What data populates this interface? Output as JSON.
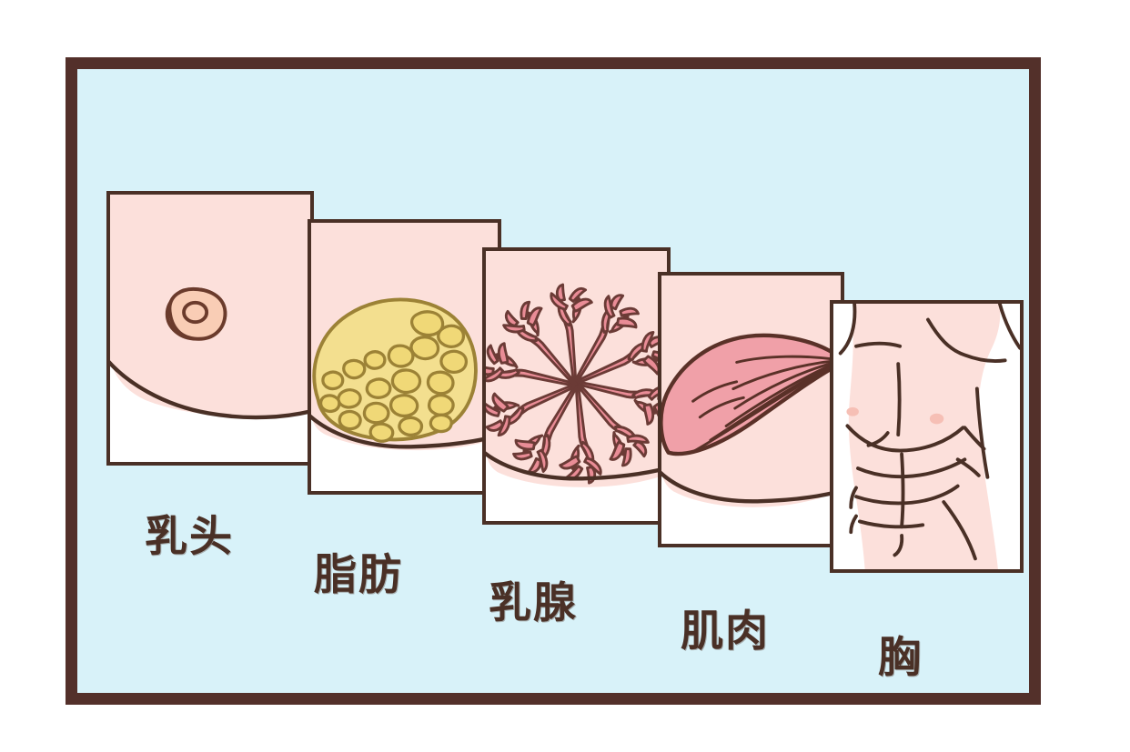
{
  "figure": {
    "title": "Breast anatomy layers cross-section illustration",
    "background_color": "#d8f2f9",
    "frame_color": "#53302a"
  },
  "palette": {
    "skin": "#fce0db",
    "skin_light": "#fdeae5",
    "outline": "#4a3026",
    "areola": "#f9cdb5",
    "fat_fill": "#f3df8f",
    "fat_lobule": "#f0d877",
    "fat_outline": "#9c8236",
    "gland_fill": "#e98c96",
    "gland_outline": "#6b3b36",
    "muscle_fill": "#f0a0a8",
    "muscle_outline": "#5a3128",
    "card_white": "#ffffff",
    "label_text": "#4a3026"
  },
  "panels": [
    {
      "id": "nipple",
      "label": "乳头",
      "icon": "breast-skin-nipple",
      "order": 1,
      "description": "Skin surface with nipple and areola"
    },
    {
      "id": "fat",
      "label": "脂肪",
      "icon": "adipose-tissue",
      "order": 2,
      "description": "Adipose fatty tissue lobules"
    },
    {
      "id": "gland",
      "label": "乳腺",
      "icon": "mammary-gland-ducts",
      "order": 3,
      "description": "Mammary gland radial duct system"
    },
    {
      "id": "muscle",
      "label": "肌肉",
      "icon": "pectoral-muscle",
      "order": 4,
      "description": "Pectoralis major muscle fibers"
    },
    {
      "id": "chest",
      "label": "胸",
      "icon": "male-torso",
      "order": 5,
      "description": "Chest wall / torso"
    }
  ]
}
